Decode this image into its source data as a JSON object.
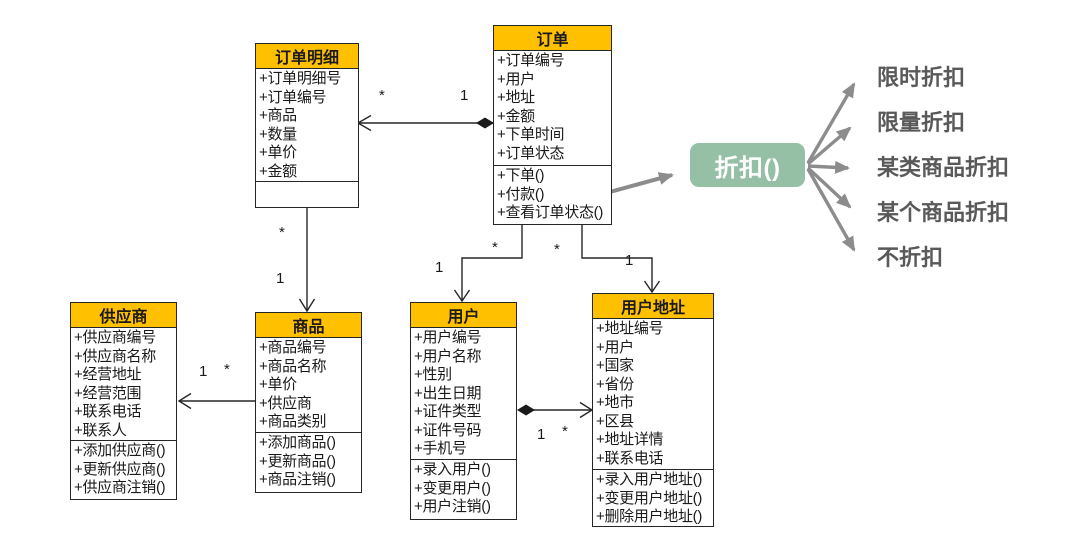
{
  "colors": {
    "class_header_yellow": "#FFC000",
    "discount_green": "#95C0A5",
    "arrow_gray": "#8C8C8C",
    "line_black": "#262626",
    "fan_label_gray": "#595959"
  },
  "classes": [
    {
      "name": "订单明细",
      "attributes": [
        "+订单明细号",
        "+订单编号",
        "+商品",
        "+数量",
        "+单价",
        "+金额"
      ],
      "methods": []
    },
    {
      "name": "订单",
      "attributes": [
        "+订单编号",
        "+用户",
        "+地址",
        "+金额",
        "+下单时间",
        "+订单状态"
      ],
      "methods": [
        "+下单()",
        "+付款()",
        "+查看订单状态()"
      ]
    },
    {
      "name": "供应商",
      "attributes": [
        "+供应商编号",
        "+供应商名称",
        "+经营地址",
        "+经营范围",
        "+联系电话",
        "+联系人"
      ],
      "methods": [
        "+添加供应商()",
        "+更新供应商()",
        "+供应商注销()"
      ]
    },
    {
      "name": "商品",
      "attributes": [
        "+商品编号",
        "+商品名称",
        "+单价",
        "+供应商",
        "+商品类别"
      ],
      "methods": [
        "+添加商品()",
        "+更新商品()",
        "+商品注销()"
      ]
    },
    {
      "name": "用户",
      "attributes": [
        "+用户编号",
        "+用户名称",
        "+性别",
        "+出生日期",
        "+证件类型",
        "+证件号码",
        "+手机号"
      ],
      "methods": [
        "+录入用户()",
        "+变更用户()",
        "+用户注销()"
      ]
    },
    {
      "name": "用户地址",
      "attributes": [
        "+地址编号",
        "+用户",
        "+国家",
        "+省份",
        "+地市",
        "+区县",
        "+地址详情",
        "+联系电话"
      ],
      "methods": [
        "+录入用户地址()",
        "+变更用户地址()",
        "+删除用户地址()"
      ]
    }
  ],
  "associations": {
    "detail_order": {
      "detail_side": "*",
      "order_side": "1"
    },
    "detail_product": {
      "detail_side": "*",
      "product_side": "1"
    },
    "product_supplier": {
      "supplier_side": "1",
      "product_side": "*"
    },
    "order_user": {
      "order_side": "*",
      "user_side": "1"
    },
    "order_address": {
      "order_side": "*",
      "address_side": "1"
    },
    "user_address": {
      "user_side": "1",
      "address_side": "*"
    }
  },
  "discount": {
    "label": "折扣()",
    "targets": [
      "限时折扣",
      "限量折扣",
      "某类商品折扣",
      "某个商品折扣",
      "不折扣"
    ]
  }
}
